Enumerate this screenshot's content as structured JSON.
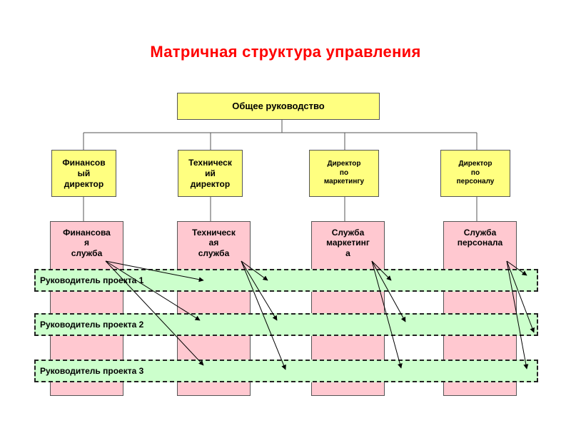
{
  "title": "Матричная структура управления",
  "top": {
    "label": "Общее руководство"
  },
  "directors": [
    {
      "label": "Финансов\nый\nдиректор"
    },
    {
      "label": "Техническ\nий\nдиректор"
    },
    {
      "label": "Директор\nпо\nмаркетингу"
    },
    {
      "label": "Директор\nпо\nперсоналу"
    }
  ],
  "departments": [
    {
      "label": "Финансова\nя\nслужба"
    },
    {
      "label": "Техническ\nая\nслужба"
    },
    {
      "label": "Служба\nмаркетинг\nа"
    },
    {
      "label": "Служба\nперсонала"
    }
  ],
  "projects": [
    {
      "label": "Руководитель проекта 1"
    },
    {
      "label": "Руководитель проекта 2"
    },
    {
      "label": "Руководитель проекта 3"
    }
  ],
  "colors": {
    "title": "#ff0000",
    "top_box": "#ffff80",
    "director_box": "#ffff80",
    "department_box": "#ffc8d0",
    "project_band": "#ccffcc"
  }
}
